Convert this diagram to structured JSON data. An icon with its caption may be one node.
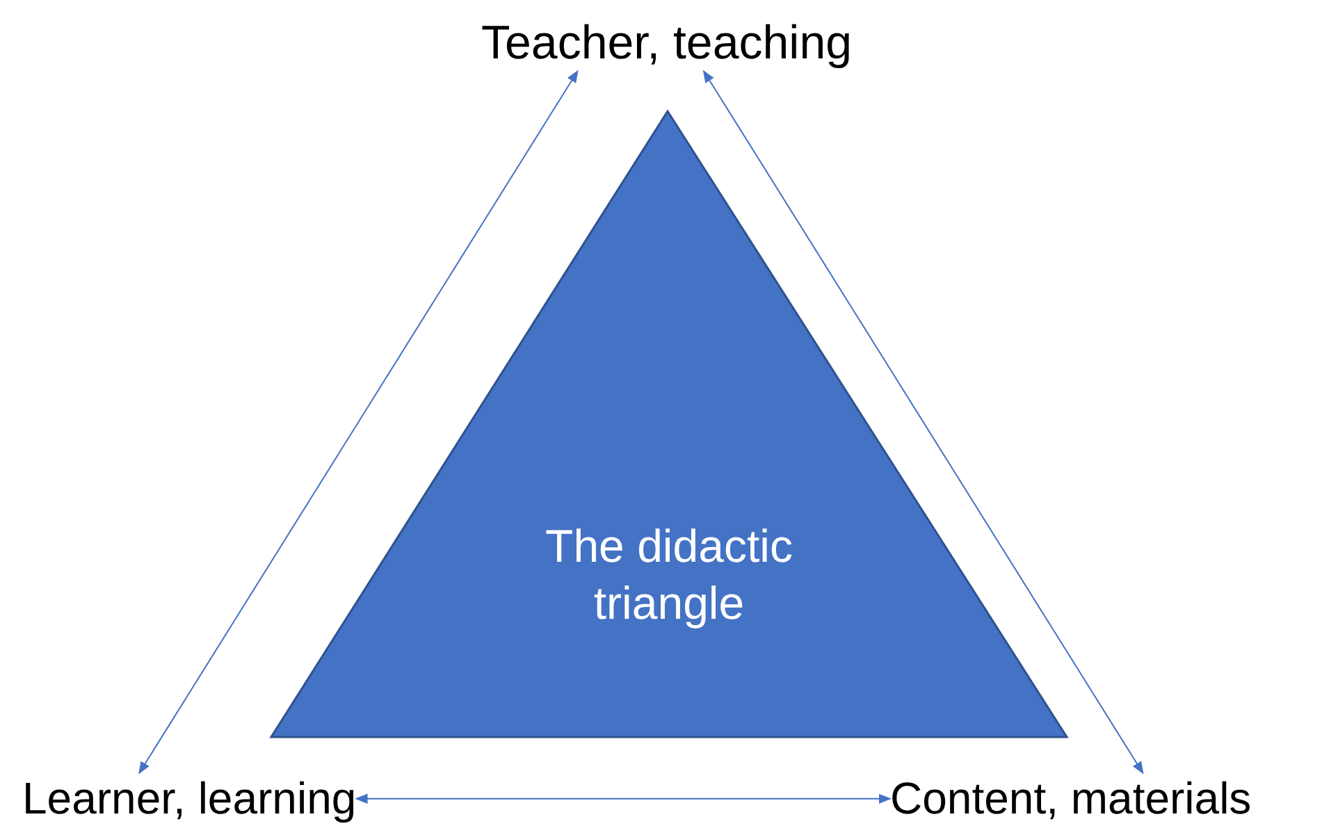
{
  "diagram": {
    "nodes": [
      {
        "text": [
          "Teacher, teaching"
        ]
      },
      {
        "text": [
          "The didactic triangle"
        ]
      },
      {
        "text": [
          "Learner, learning"
        ]
      },
      {
        "text": [
          "Content, materials"
        ]
      }
    ],
    "edges": [
      {
        "from": 0,
        "to": 2,
        "arrow": "both"
      },
      {
        "from": 0,
        "to": 3,
        "arrow": "both"
      },
      {
        "from": 2,
        "to": 3,
        "arrow": "both"
      }
    ]
  }
}
